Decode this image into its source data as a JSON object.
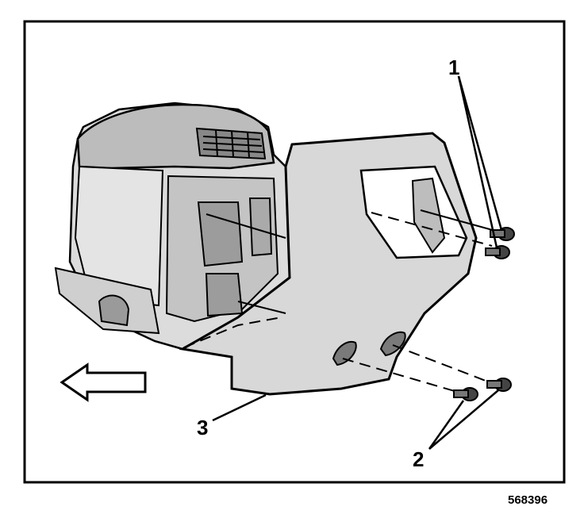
{
  "callouts": {
    "one": "1",
    "two": "2",
    "three": "3"
  },
  "figure_number": "568396",
  "colors": {
    "line": "#000000",
    "panel_fill": "#d8d8d8",
    "background": "#ffffff"
  },
  "icons": {
    "direction_arrow": "left-arrow-icon"
  }
}
